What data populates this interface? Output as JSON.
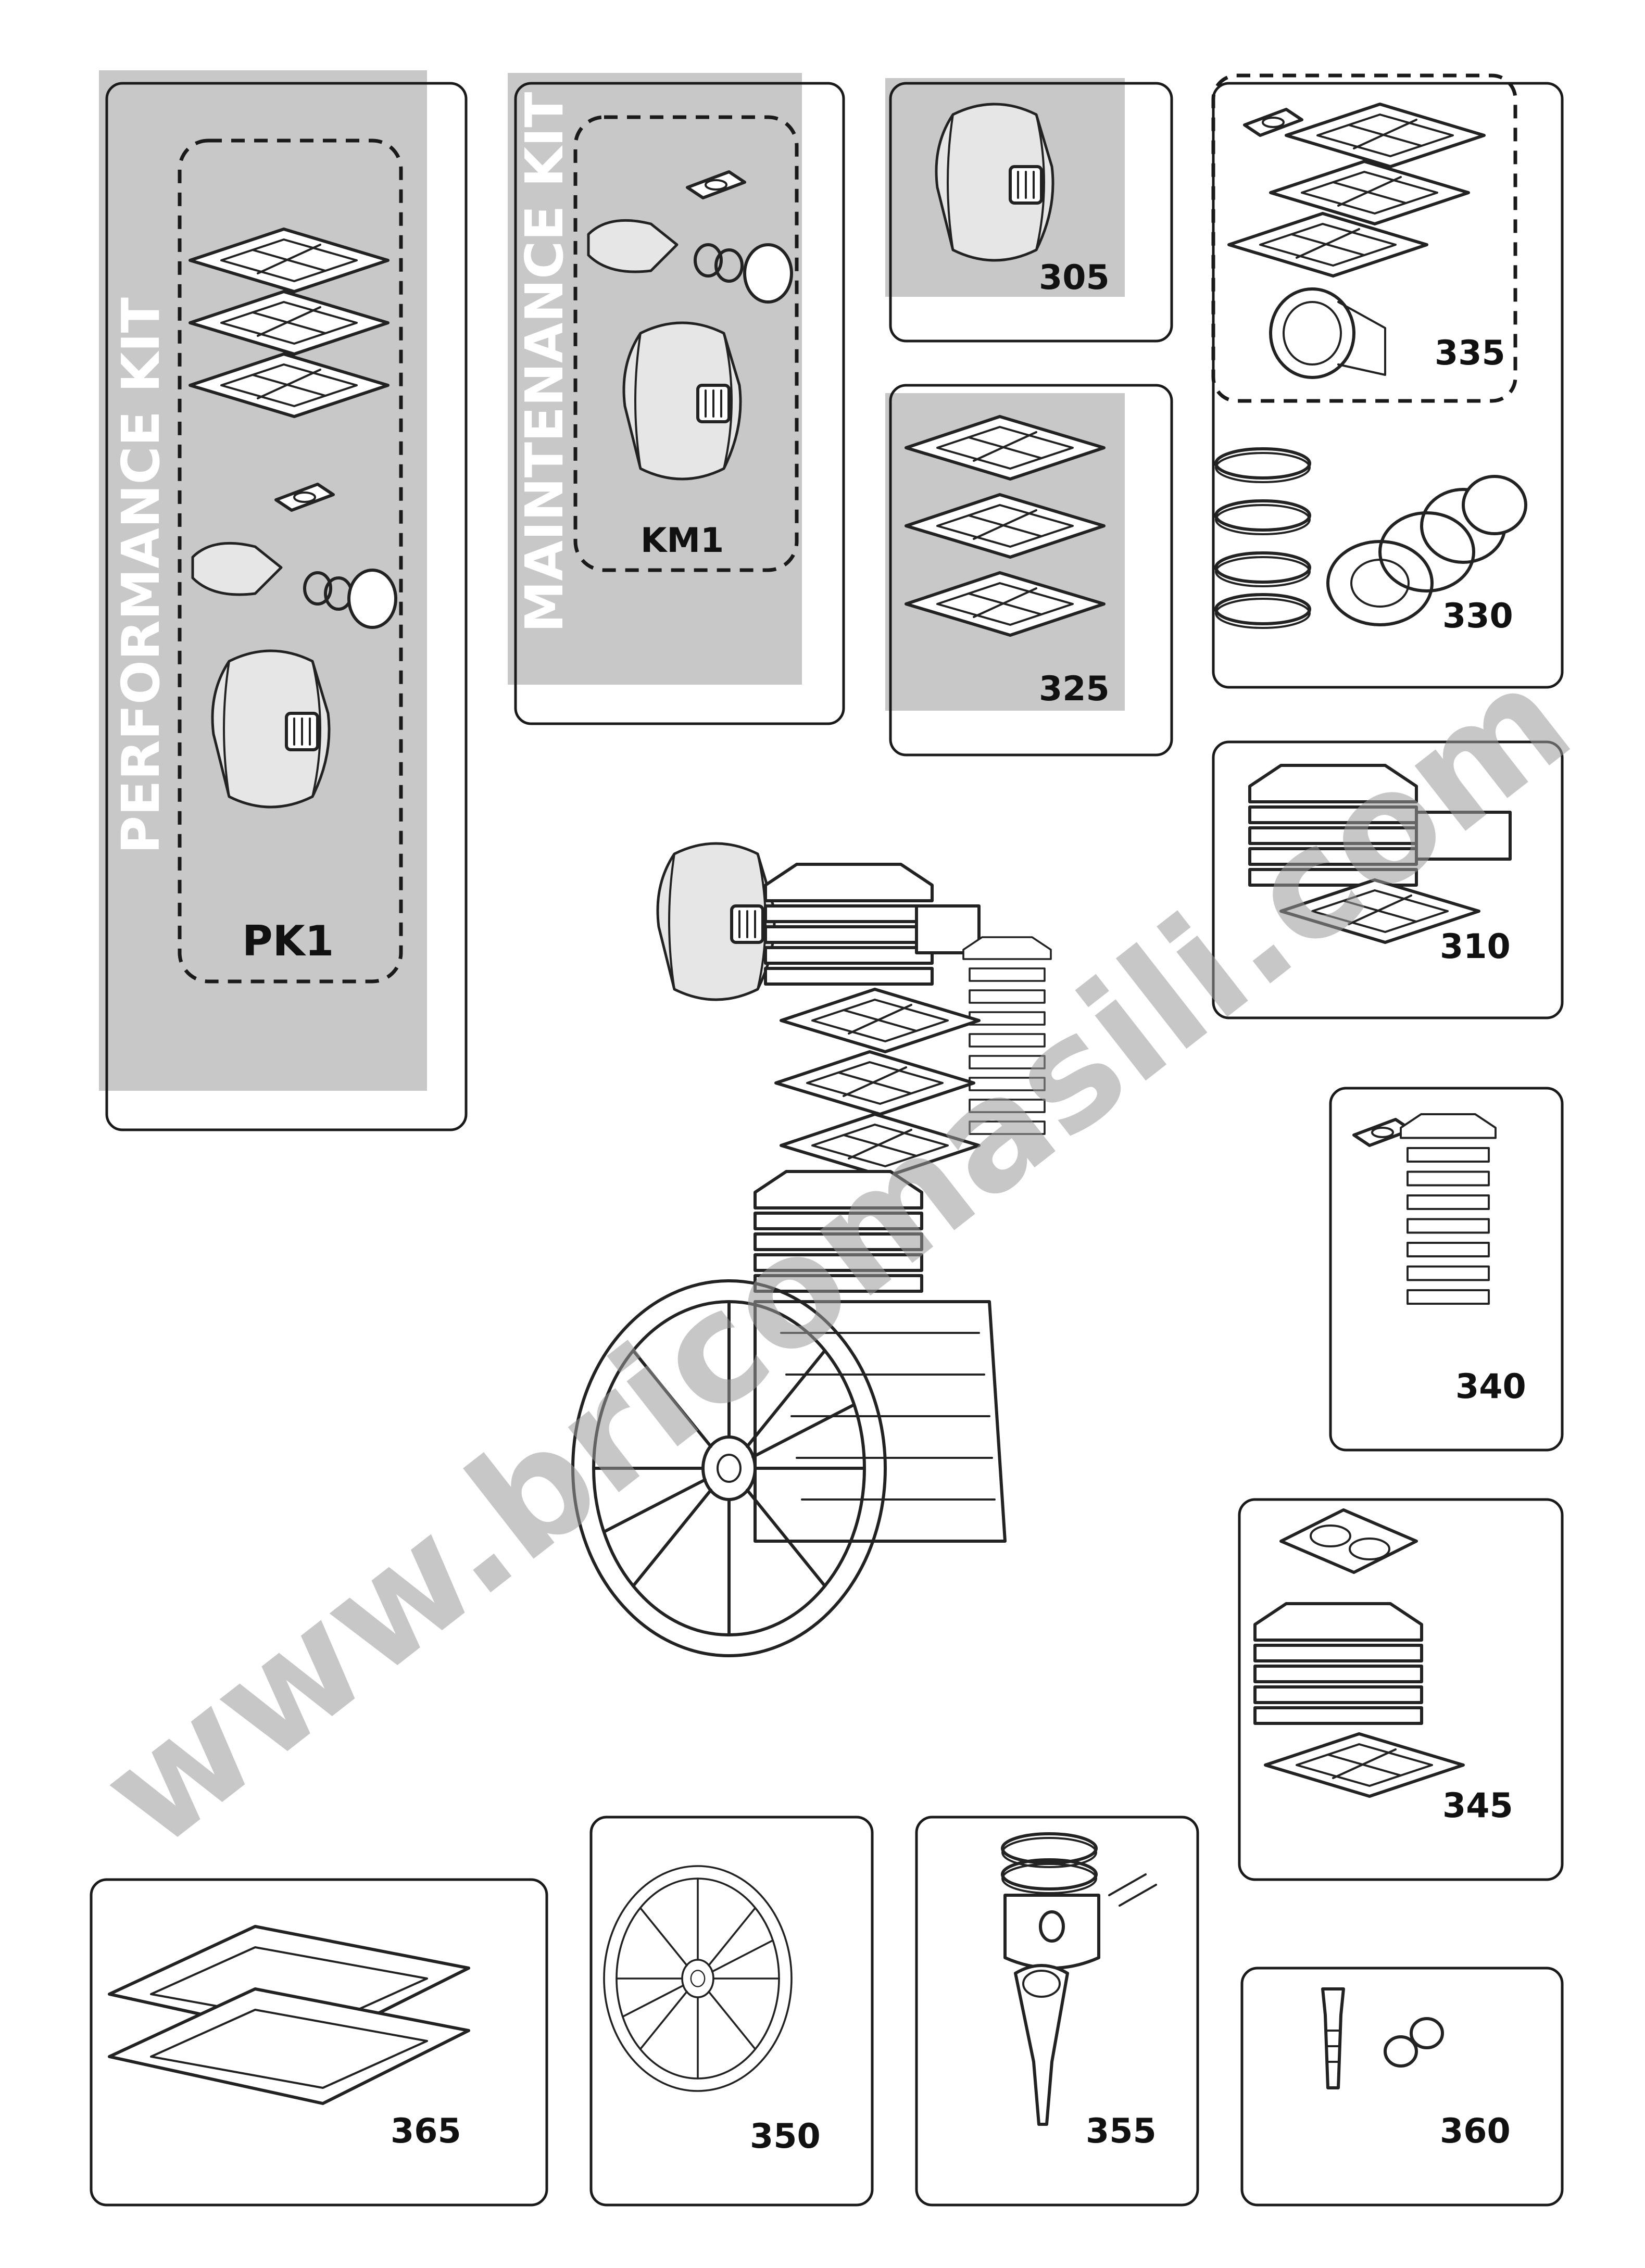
{
  "kits": {
    "performance_title": "PERFORMANCE KIT",
    "performance_code": "PK1",
    "maintenance_title": "MAINTENANCE KIT",
    "maintenance_code": "KM1"
  },
  "parts": {
    "p305": "305",
    "p325": "325",
    "p335": "335",
    "p330": "330",
    "p310": "310",
    "p340": "340",
    "p345": "345",
    "p365": "365",
    "p350": "350",
    "p355": "355",
    "p360": "360"
  },
  "watermark": "www.bricomasili.com",
  "colors": {
    "kit_shade": "#c8c8c8",
    "line": "#222222",
    "label": "#111111"
  }
}
